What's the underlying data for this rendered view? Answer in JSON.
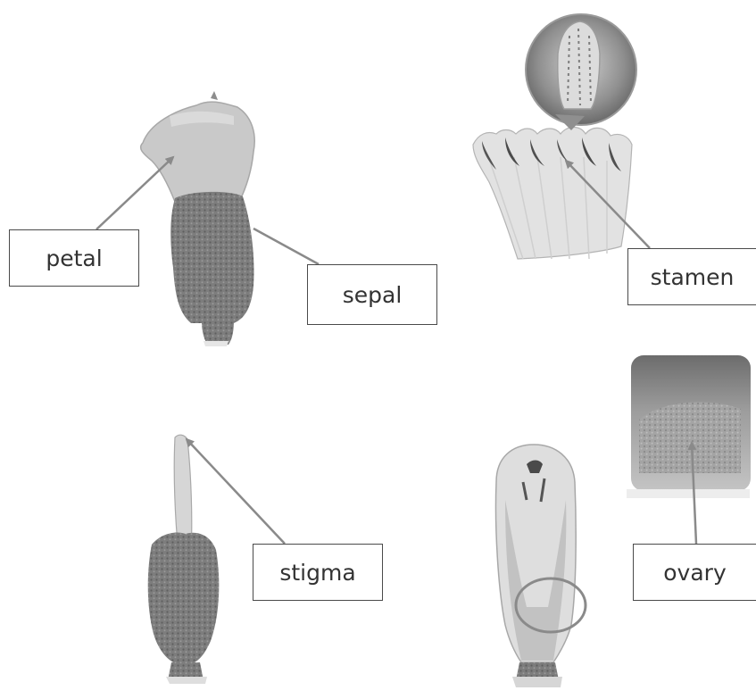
{
  "labels": {
    "petal": "petal",
    "sepal": "sepal",
    "stamen": "stamen",
    "stigma": "stigma",
    "ovary": "ovary"
  },
  "colors": {
    "arrow": "#8a8a8a",
    "box_border": "#4a4a4a",
    "text": "#333333"
  }
}
